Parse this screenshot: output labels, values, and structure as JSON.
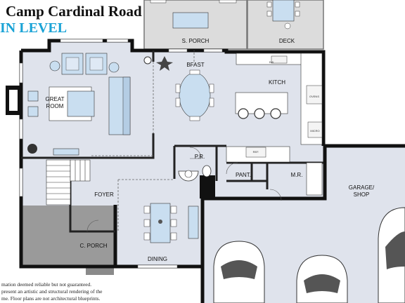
{
  "header": {
    "title": "Camp Cardinal Road",
    "subtitle": "IN LEVEL"
  },
  "rooms": {
    "s_porch": "S. PORCH",
    "deck": "DECK",
    "bfast": "BFAST",
    "kitch": "KITCH",
    "great_room_line1": "GREAT",
    "great_room_line2": "ROOM",
    "pr": "P.R.",
    "pant": "PANT.",
    "mr": "M.R.",
    "foyer": "FOYER",
    "c_porch": "C. PORCH",
    "dining": "DINING",
    "garage_line1": "GARAGE/",
    "garage_line2": "SHOP"
  },
  "fixtures": {
    "ref": "REF.",
    "ovens": "OVENS",
    "dw": "DW",
    "micro": "MICRO"
  },
  "disclaimer": {
    "line1": "mation deemed reliable but not guaranteed.",
    "line2": "present an artistic and structural rendering of the",
    "line3": "me. Floor plans are not architectural blueprints."
  }
}
